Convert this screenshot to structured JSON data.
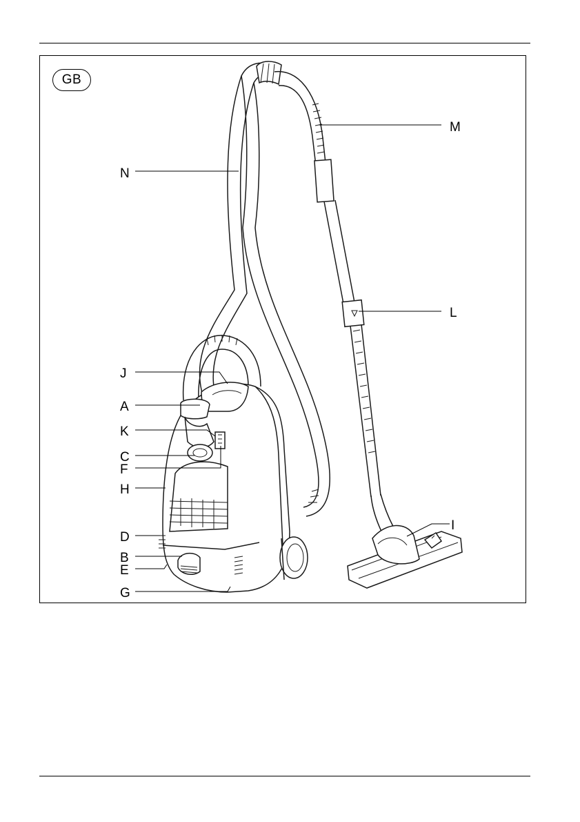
{
  "page": {
    "country_code": "GB"
  },
  "figure": {
    "labels": [
      {
        "id": "M",
        "text": "M"
      },
      {
        "id": "N",
        "text": "N"
      },
      {
        "id": "L",
        "text": "L"
      },
      {
        "id": "J",
        "text": "J"
      },
      {
        "id": "A",
        "text": "A"
      },
      {
        "id": "K",
        "text": "K"
      },
      {
        "id": "C",
        "text": "C"
      },
      {
        "id": "F",
        "text": "F"
      },
      {
        "id": "H",
        "text": "H"
      },
      {
        "id": "D",
        "text": "D"
      },
      {
        "id": "I",
        "text": "I"
      },
      {
        "id": "B",
        "text": "B"
      },
      {
        "id": "E",
        "text": "E"
      },
      {
        "id": "G",
        "text": "G"
      }
    ]
  }
}
